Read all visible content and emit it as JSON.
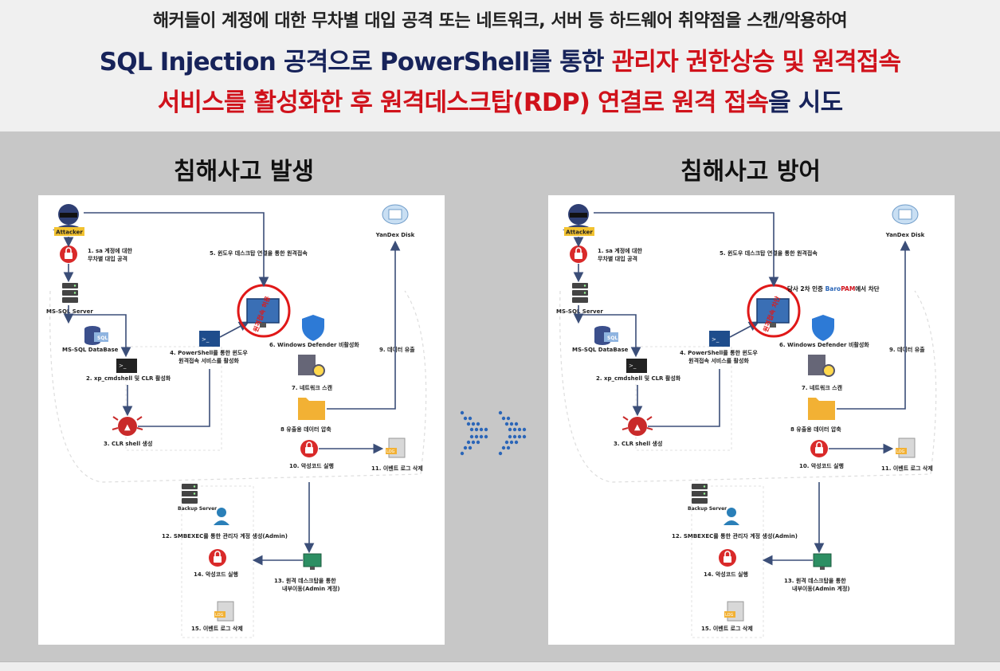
{
  "header": {
    "line1": "해커들이 계정에 대한 무차별 대입 공격 또는 네트워크, 서버 등 하드웨어 취약점을 스캔/악용하여",
    "line2_a": "SQL Injection 공격으로 PowerShell를 통한 ",
    "line2_b": "관리자 권한상승 및 원격접속",
    "line3_a": "서비스를 활성화한 후 원격데스크탑(RDP) 연결로 원격 접속",
    "line3_b": "을 시도"
  },
  "left_panel": {
    "title": "침해사고 발생",
    "stamp": "원격접속 허용",
    "labels": {
      "attacker": "Attacker",
      "yandex": "YanDex Disk",
      "step1a": "1. sa 계정에 대한",
      "step1b": "무차별 대입 공격",
      "step5": "5. 윈도우 데스크탑 연결을 통한 원격접속",
      "mssql_server": "MS-SQL Server",
      "mssql_db": "MS-SQL DataBase",
      "sql": "SQL",
      "step4a": "4. PowerShell를 통한 윈도우",
      "step4b": "원격접속 서비스를 활성화",
      "step6": "6. Windows Defender 비활성화",
      "step9": "9. 데이터 유출",
      "step2": "2. xp_cmdshell 및 CLR 활성화",
      "step7": "7. 네트워크 스캔",
      "step8": "8 유출용 데이터 압축",
      "step3": "3. CLR shell 생성",
      "step10": "10. 악성코드 실행",
      "step11": "11. 이벤트 로그 삭제",
      "backup": "Backup Server",
      "step12": "12. SMBEXEC를 통한 관리자 계정 생성(Admin)",
      "step14": "14. 악성코드 실행",
      "step13a": "13. 원격 데스크탑을 통한",
      "step13b": "내부이동(Admin 계정)",
      "step15": "15. 이벤트 로그 삭제"
    }
  },
  "right_panel": {
    "title": "침해사고 방어",
    "stamp": "원격접속 차단",
    "note_a": "당사 2차 인증 ",
    "note_b": "Baro",
    "note_c": "PAM",
    "note_d": "에서 차단"
  },
  "colors": {
    "title_navy": "#17235a",
    "emphasis_red": "#d0121b",
    "connector": "#3b4e78",
    "arrow_blue": "#2b66b8"
  },
  "icons": [
    "hacker-icon",
    "lock-user-icon",
    "server-icon",
    "database-icon",
    "terminal-icon",
    "monitor-icon",
    "shield-icon",
    "scan-icon",
    "folder-icon",
    "bug-icon",
    "padlock-icon",
    "log-file-icon",
    "cloud-icon",
    "admin-user-icon",
    "double-chevron-arrow-icon"
  ]
}
